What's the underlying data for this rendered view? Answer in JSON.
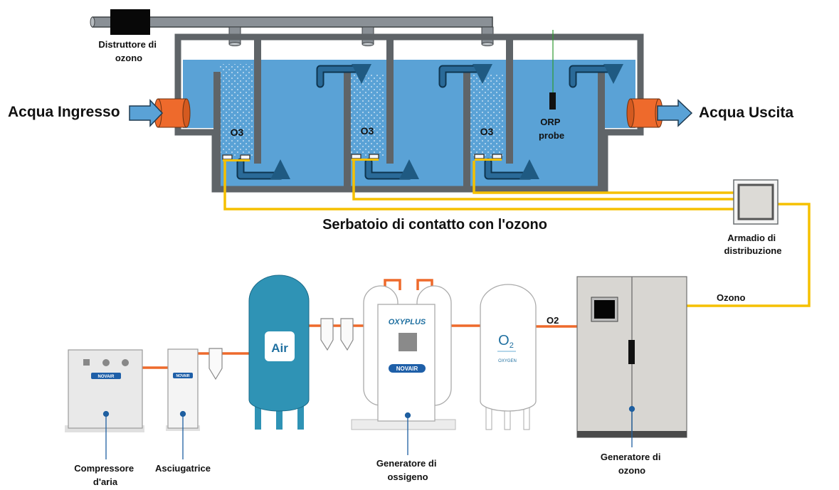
{
  "labels": {
    "destroyer": [
      "Distruttore di",
      "ozono"
    ],
    "water_in": "Acqua Ingresso",
    "water_out": "Acqua Uscita",
    "o3": "O3",
    "orp": [
      "ORP",
      "probe"
    ],
    "tank_title": "Serbatoio di contatto con l'ozono",
    "cabinet": [
      "Armadio di",
      "distribuzione"
    ],
    "ozone_line": "Ozono",
    "o2_line": "O2",
    "compressor": [
      "Compressore",
      "d'aria"
    ],
    "dryer": "Asciugatrice",
    "oxygen_gen": [
      "Generatore di",
      "ossigeno"
    ],
    "ozone_gen": [
      "Generatore di",
      "ozono"
    ]
  },
  "equipment_text": {
    "air_tank": "Air",
    "oxyplus": "OXYPLUS",
    "novair": "NOVAIR",
    "o2_symbol": "O",
    "o2_sub": "2",
    "oxygen": "OXYGEN"
  },
  "colors": {
    "water": "#5aa2d6",
    "tank_wall": "#5f6468",
    "pipe_orange": "#ee6a2c",
    "gas_yellow": "#f5c000",
    "air_tank": "#2f93b5",
    "arrow_dark": "#1f5a82",
    "cabinet": "#d8d6d2"
  }
}
